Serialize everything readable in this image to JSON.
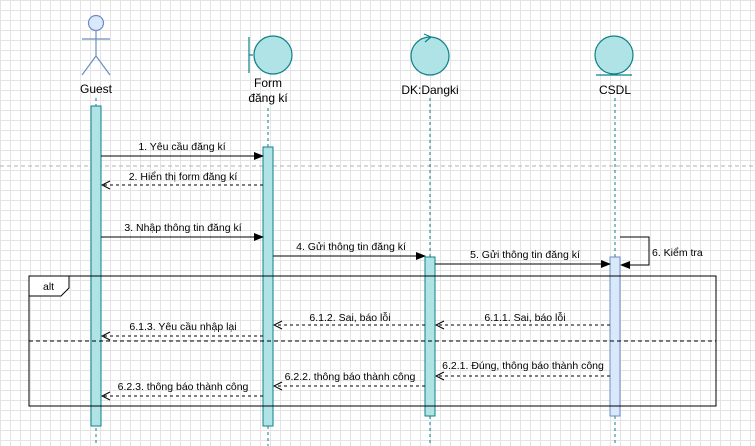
{
  "participants": [
    {
      "id": "guest",
      "label": [
        "Guest"
      ],
      "kind": "actor"
    },
    {
      "id": "form",
      "label": [
        "Form",
        "đăng kí"
      ],
      "kind": "boundary"
    },
    {
      "id": "dk",
      "label": [
        "DK:Dangki"
      ],
      "kind": "control"
    },
    {
      "id": "csdl",
      "label": [
        "CSDL"
      ],
      "kind": "entity"
    }
  ],
  "messages": [
    {
      "id": "m1",
      "text": "1. Yêu cầu đăng kí",
      "style": "sync"
    },
    {
      "id": "m2",
      "text": "2. Hiển thị form đăng kí",
      "style": "return"
    },
    {
      "id": "m3",
      "text": "3. Nhập thông tin đăng kí",
      "style": "sync"
    },
    {
      "id": "m4",
      "text": "4. Gửi thông tin đăng kí",
      "style": "sync"
    },
    {
      "id": "m5",
      "text": "5. Gửi thông tin đăng kí",
      "style": "sync"
    },
    {
      "id": "m6",
      "text": "6. Kiểm tra",
      "style": "self"
    },
    {
      "id": "m611",
      "text": "6.1.1. Sai, báo lỗi",
      "style": "return"
    },
    {
      "id": "m612",
      "text": "6.1.2. Sai, báo lỗi",
      "style": "return"
    },
    {
      "id": "m613",
      "text": "6.1.3. Yêu cầu nhập lại",
      "style": "return"
    },
    {
      "id": "m621",
      "text": "6.2.1. Đúng, thông báo thành công",
      "style": "return"
    },
    {
      "id": "m622",
      "text": "6.2.2. thông báo thành công",
      "style": "return"
    },
    {
      "id": "m623",
      "text": "6.2.3. thông báo thành công",
      "style": "return"
    }
  ],
  "fragment": {
    "label": "alt"
  },
  "colors": {
    "teal_fill": "#b0e3e6",
    "teal_stroke": "#0e8088",
    "blue_fill": "#dae8fc",
    "blue_stroke": "#6c8ebf",
    "actor_fill": "#dae8fc",
    "actor_stroke": "#6c8ebf",
    "lifeline": "#0e8088",
    "message": "#000000",
    "grid": "#e4e4e4"
  }
}
